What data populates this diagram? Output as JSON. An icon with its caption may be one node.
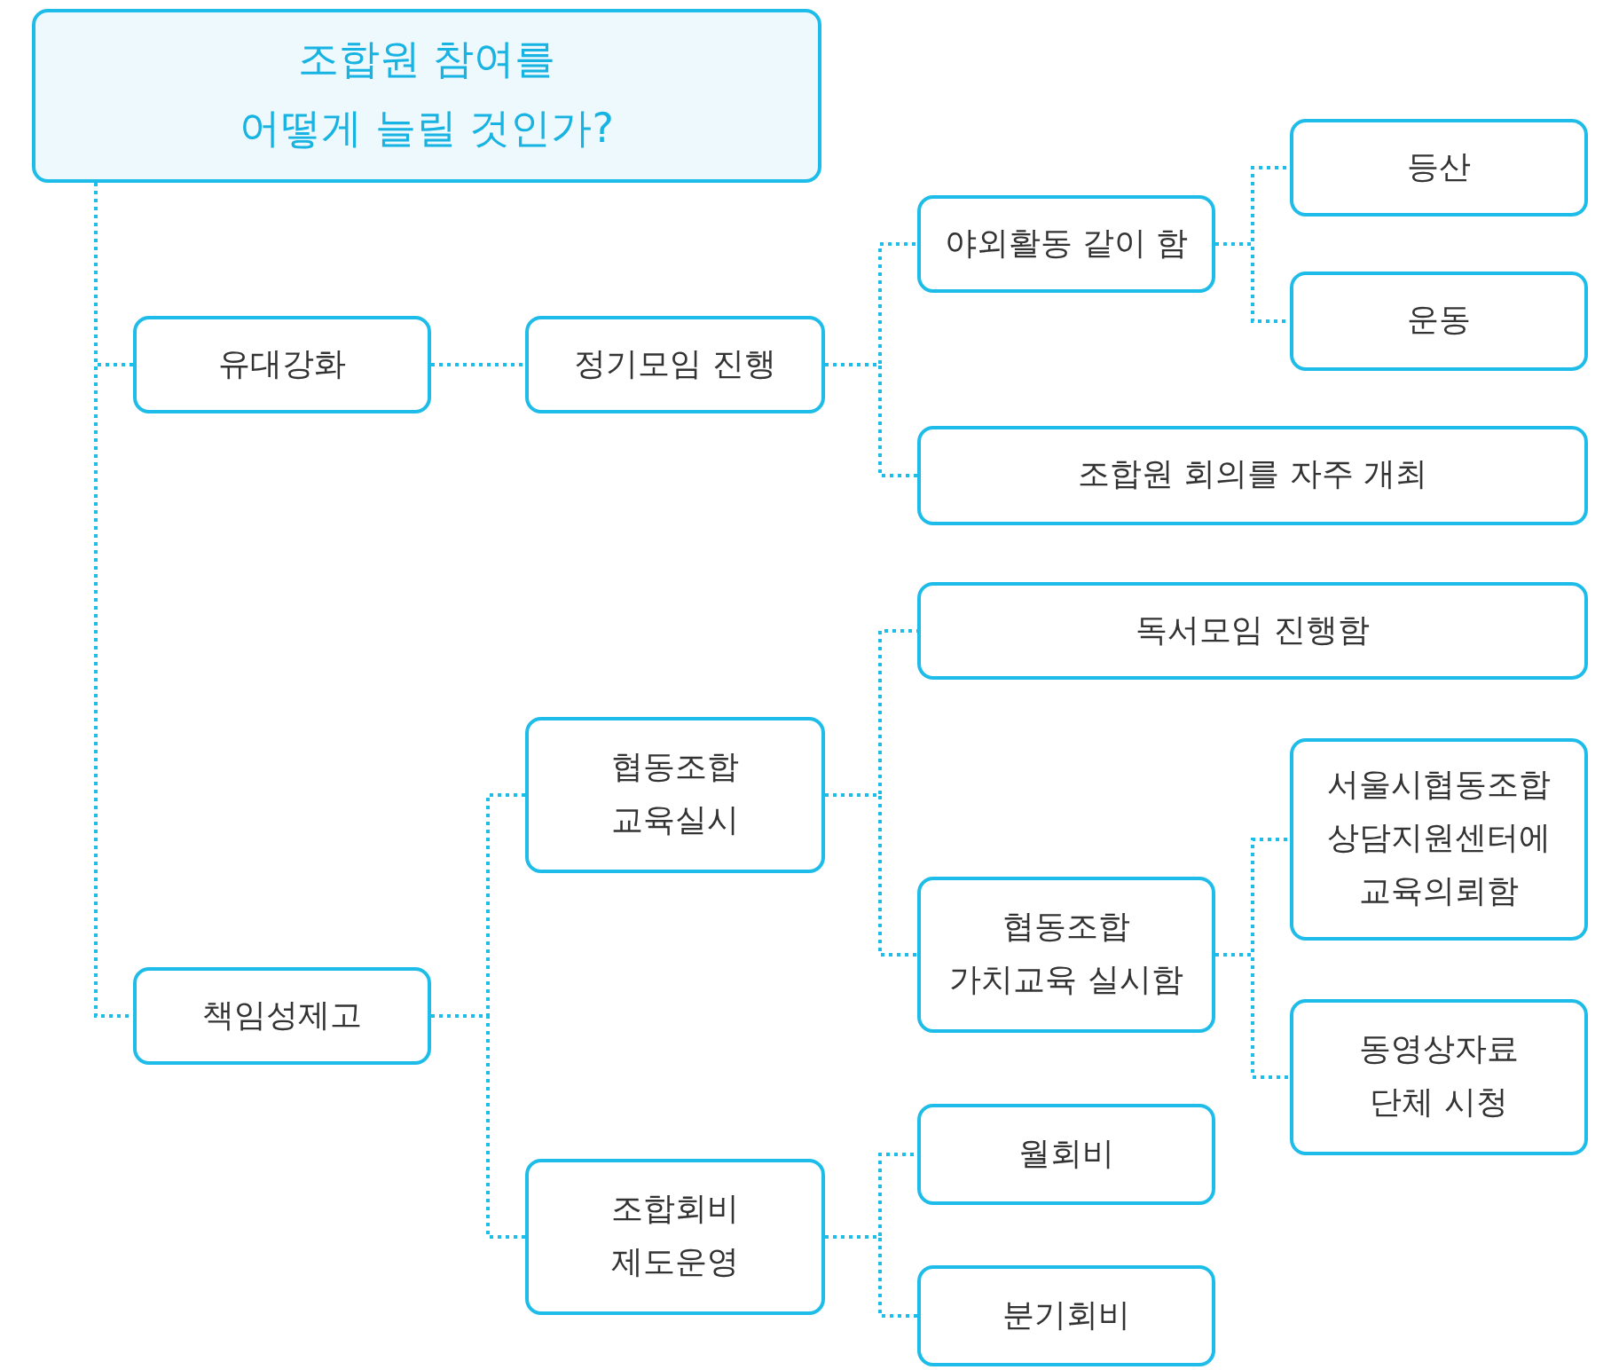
{
  "diagram": {
    "nodes": [
      {
        "text": [
          "조합원 참여를 어떻게 늘릴 것인가?"
        ]
      },
      {
        "text": [
          "유대강화"
        ]
      },
      {
        "text": [
          "정기모임 진행"
        ]
      },
      {
        "text": [
          "야외활동 같이 함"
        ]
      },
      {
        "text": [
          "등산"
        ]
      },
      {
        "text": [
          "운동"
        ]
      },
      {
        "text": [
          "조합원 회의를 자주 개최"
        ]
      },
      {
        "text": [
          "책임성제고"
        ]
      },
      {
        "text": [
          "협동조합 교육실시"
        ]
      },
      {
        "text": [
          "독서모임 진행함"
        ]
      },
      {
        "text": [
          "협동조합 가치교육 실시함"
        ]
      },
      {
        "text": [
          "서울시협동조합 상담지원센터에 교육의뢰함"
        ]
      },
      {
        "text": [
          "동영상자료 단체 시청"
        ]
      },
      {
        "text": [
          "조합회비 제도운영"
        ]
      },
      {
        "text": [
          "월회비"
        ]
      },
      {
        "text": [
          "분기회비"
        ]
      }
    ],
    "edges": [
      {
        "from": 0,
        "to": 1,
        "arrow": "none"
      },
      {
        "from": 0,
        "to": 7,
        "arrow": "none"
      },
      {
        "from": 1,
        "to": 2,
        "arrow": "none"
      },
      {
        "from": 2,
        "to": 3,
        "arrow": "none"
      },
      {
        "from": 2,
        "to": 6,
        "arrow": "none"
      },
      {
        "from": 3,
        "to": 4,
        "arrow": "none"
      },
      {
        "from": 3,
        "to": 5,
        "arrow": "none"
      },
      {
        "from": 7,
        "to": 8,
        "arrow": "none"
      },
      {
        "from": 7,
        "to": 13,
        "arrow": "none"
      },
      {
        "from": 8,
        "to": 9,
        "arrow": "none"
      },
      {
        "from": 8,
        "to": 10,
        "arrow": "none"
      },
      {
        "from": 10,
        "to": 11,
        "arrow": "none"
      },
      {
        "from": 10,
        "to": 12,
        "arrow": "none"
      },
      {
        "from": 13,
        "to": 14,
        "arrow": "none"
      },
      {
        "from": 13,
        "to": 15,
        "arrow": "none"
      }
    ]
  }
}
